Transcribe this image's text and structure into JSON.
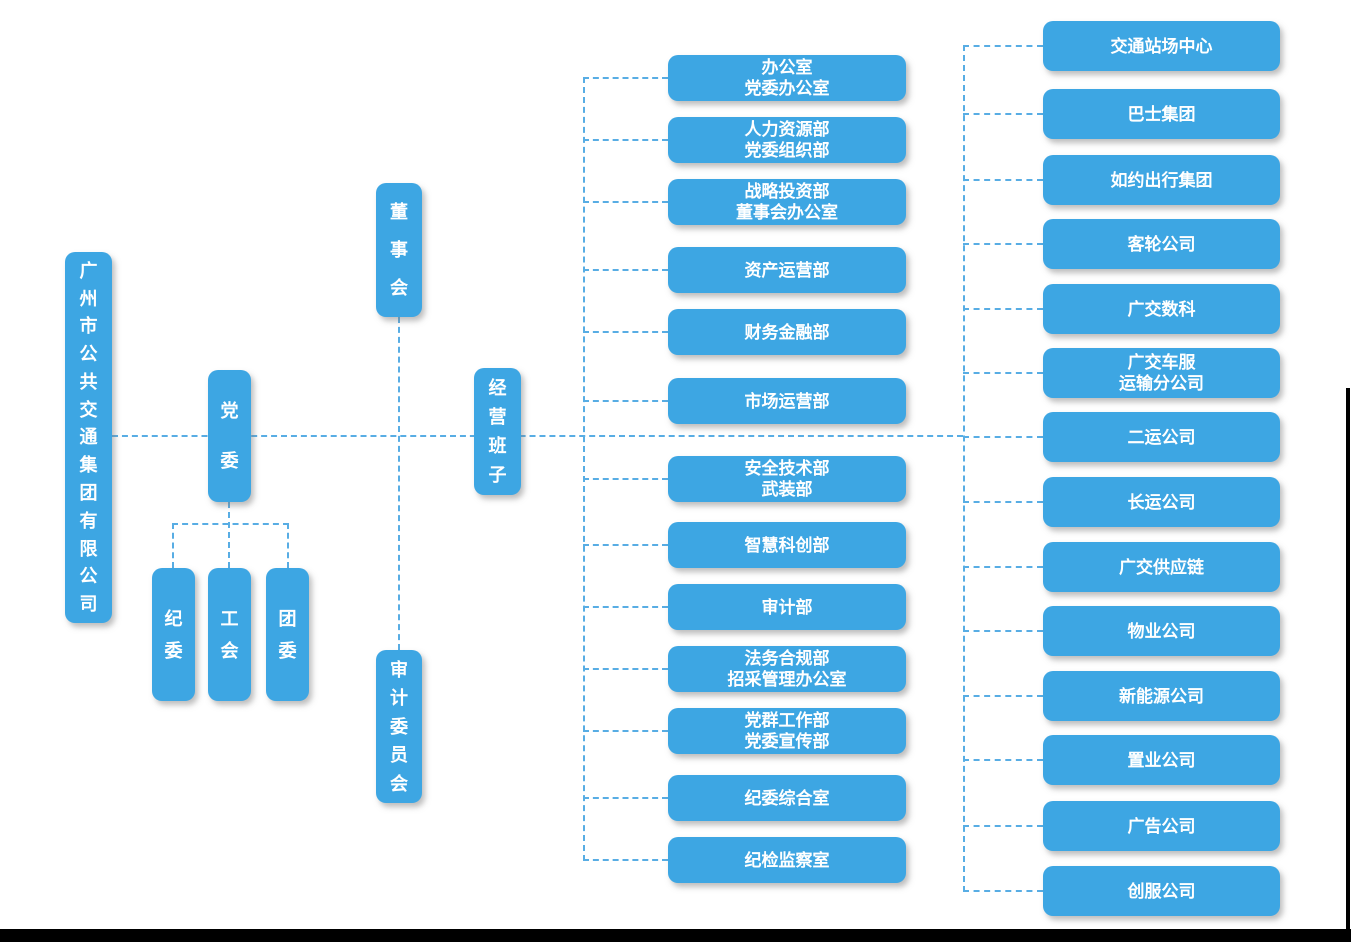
{
  "root": {
    "label": "广州市公共交通集团有限公司"
  },
  "left_branch": {
    "party_committee": "党委",
    "sub_committees": [
      "纪委",
      "工会",
      "团委"
    ]
  },
  "center_branch": {
    "board": "董事会",
    "management_team": "经营班子",
    "audit_committee": "审计委员会"
  },
  "departments": [
    {
      "lines": [
        "办公室",
        "党委办公室"
      ]
    },
    {
      "lines": [
        "人力资源部",
        "党委组织部"
      ]
    },
    {
      "lines": [
        "战略投资部",
        "董事会办公室"
      ]
    },
    {
      "lines": [
        "资产运营部"
      ]
    },
    {
      "lines": [
        "财务金融部"
      ]
    },
    {
      "lines": [
        "市场运营部"
      ]
    },
    {
      "lines": [
        "安全技术部",
        "武装部"
      ]
    },
    {
      "lines": [
        "智慧科创部"
      ]
    },
    {
      "lines": [
        "审计部"
      ]
    },
    {
      "lines": [
        "法务合规部",
        "招采管理办公室"
      ]
    },
    {
      "lines": [
        "党群工作部",
        "党委宣传部"
      ]
    },
    {
      "lines": [
        "纪委综合室"
      ]
    },
    {
      "lines": [
        "纪检监察室"
      ]
    }
  ],
  "subsidiaries": [
    {
      "lines": [
        "交通站场中心"
      ]
    },
    {
      "lines": [
        "巴士集团"
      ]
    },
    {
      "lines": [
        "如约出行集团"
      ]
    },
    {
      "lines": [
        "客轮公司"
      ]
    },
    {
      "lines": [
        "广交数科"
      ]
    },
    {
      "lines": [
        "广交车服",
        "运输分公司"
      ]
    },
    {
      "lines": [
        "二运公司"
      ]
    },
    {
      "lines": [
        "长运公司"
      ]
    },
    {
      "lines": [
        "广交供应链"
      ]
    },
    {
      "lines": [
        "物业公司"
      ]
    },
    {
      "lines": [
        "新能源公司"
      ]
    },
    {
      "lines": [
        "置业公司"
      ]
    },
    {
      "lines": [
        "广告公司"
      ]
    },
    {
      "lines": [
        "创服公司"
      ]
    }
  ],
  "colors": {
    "box_blue": "#3DA6E3",
    "connector_blue": "#58ADE4",
    "text_white": "#FFFFFF",
    "frame_black": "#000000"
  }
}
